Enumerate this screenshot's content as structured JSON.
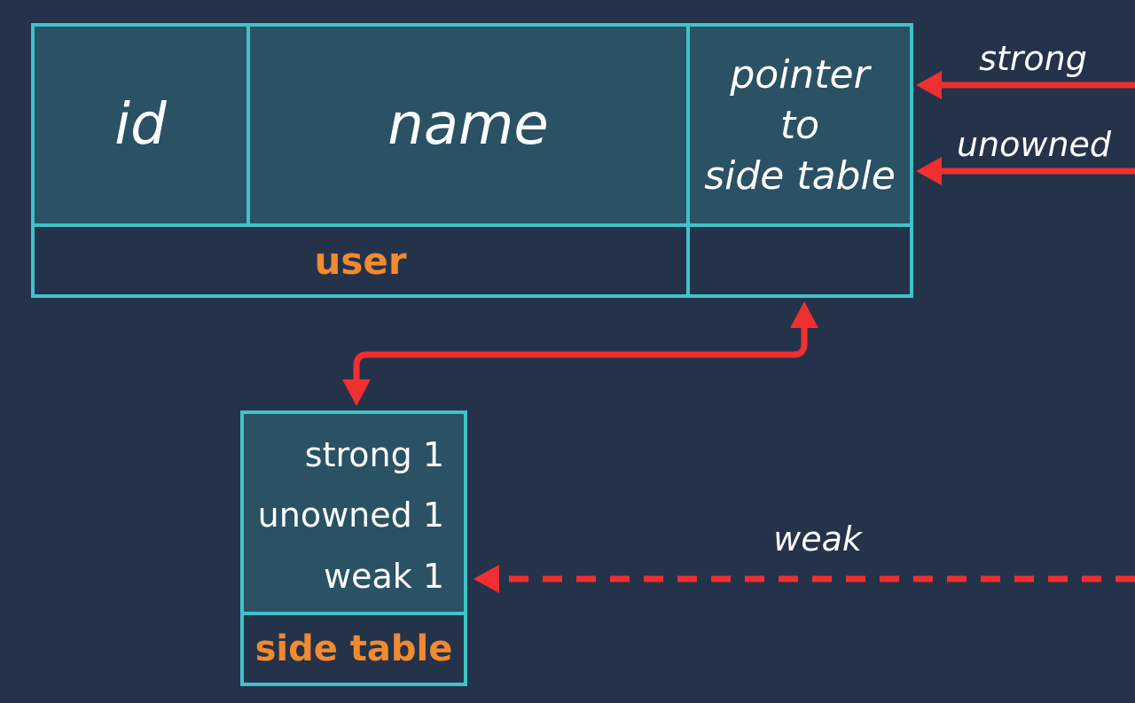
{
  "user_object": {
    "fields": {
      "id": "id",
      "name": "name",
      "pointer": [
        "pointer",
        "to",
        "side table"
      ]
    },
    "label": "user"
  },
  "side_table": {
    "counters": {
      "strong": "strong 1",
      "unowned": "unowned 1",
      "weak": "weak 1"
    },
    "label": "side table"
  },
  "references": {
    "strong": "strong",
    "unowned": "unowned",
    "weak": "weak"
  },
  "colors": {
    "background": "#24334a",
    "cell_fill": "#2a5164",
    "border": "#3fc3c9",
    "arrow": "#f03030",
    "label": "#f28a30"
  }
}
